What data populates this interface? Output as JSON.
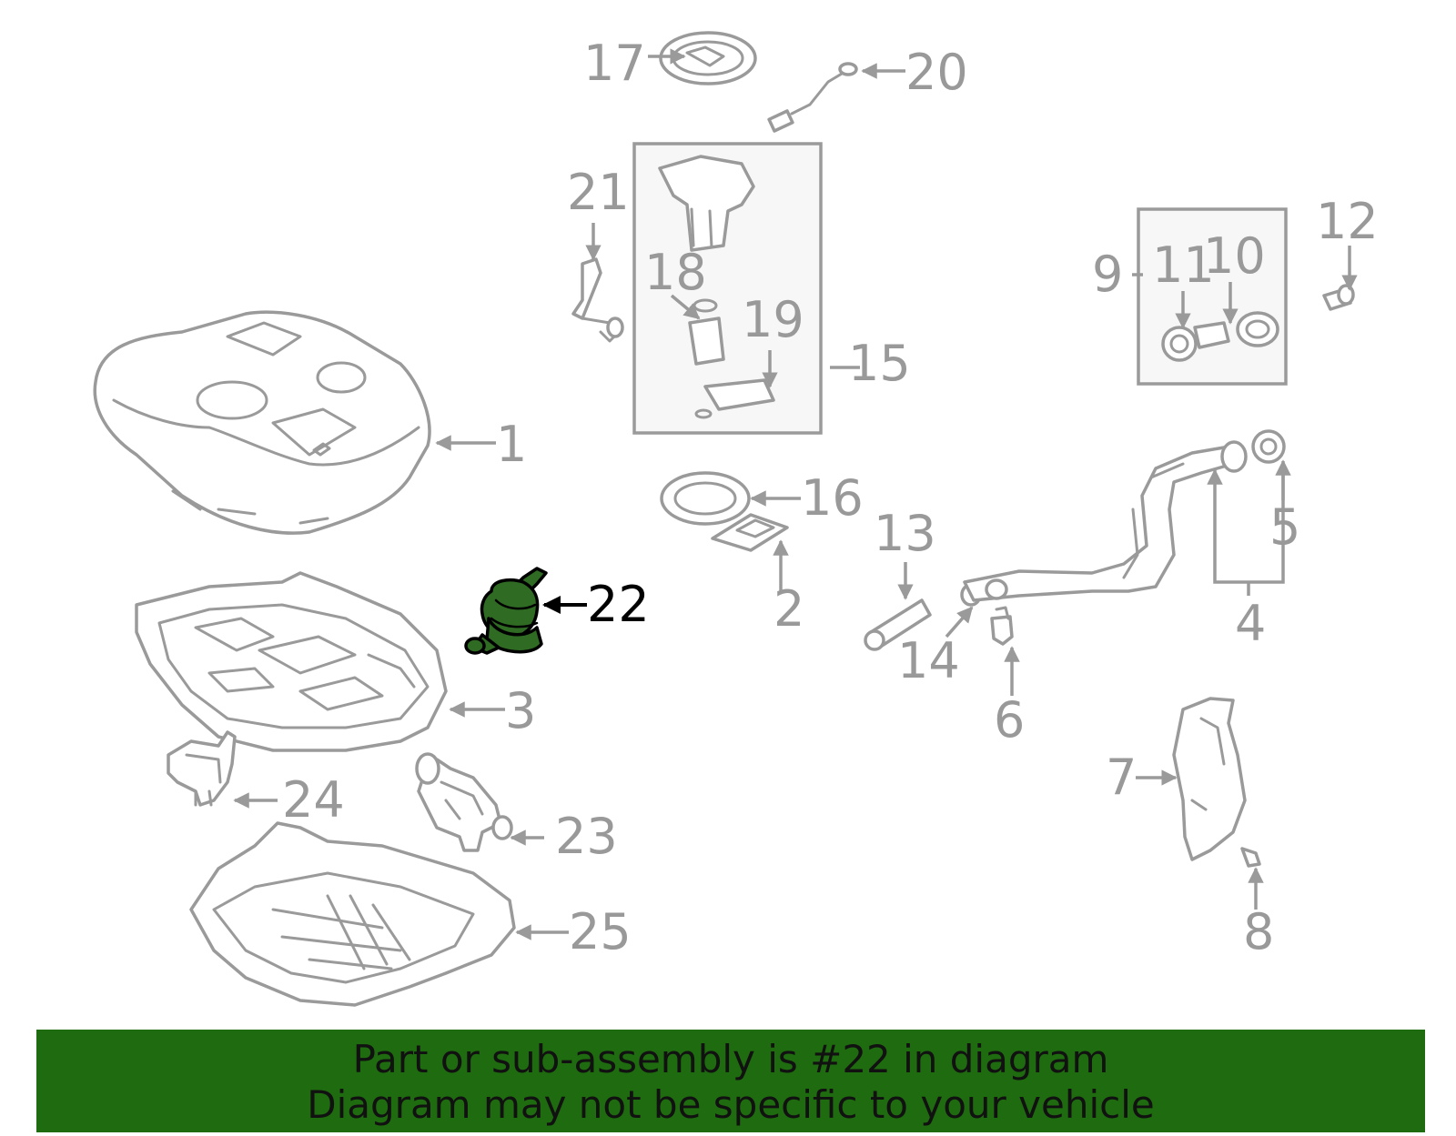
{
  "diagram": {
    "title": "",
    "highlight_color": "#2f6b23",
    "part_color": "#9a9a9a",
    "highlighted_part": "22",
    "callouts": {
      "c1": "1",
      "c2": "2",
      "c3": "3",
      "c4": "4",
      "c5": "5",
      "c6": "6",
      "c7": "7",
      "c8": "8",
      "c9": "9",
      "c10": "10",
      "c11": "11",
      "c12": "12",
      "c13": "13",
      "c14": "14",
      "c15": "15",
      "c16": "16",
      "c17": "17",
      "c18": "18",
      "c19": "19",
      "c20": "20",
      "c21": "21",
      "c22": "22",
      "c23": "23",
      "c24": "24",
      "c25": "25"
    }
  },
  "banner": {
    "color": "#1f6b0f",
    "line1": "Part or sub-assembly is #22 in diagram",
    "line2": "Diagram may not be specific to your vehicle"
  }
}
